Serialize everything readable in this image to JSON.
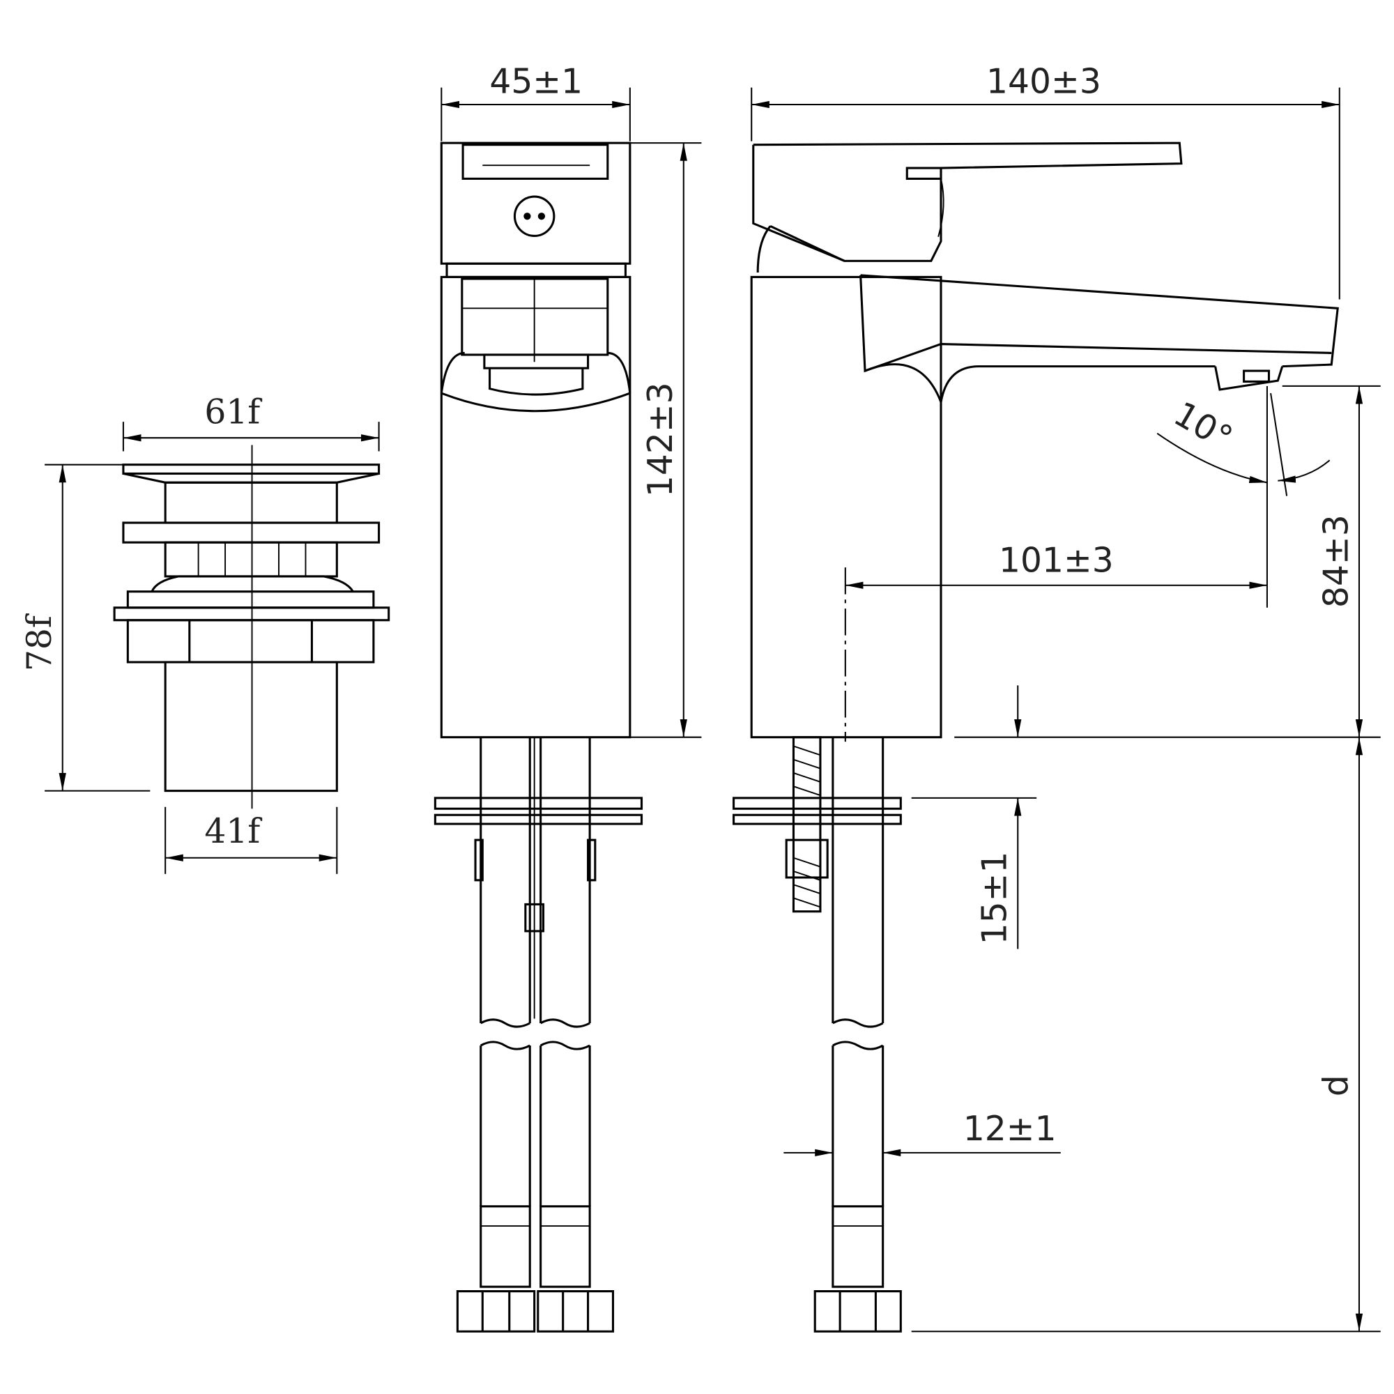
{
  "drawing": {
    "drain": {
      "width_top": "61f",
      "height": "78f",
      "width_bottom": "41f"
    },
    "front_view": {
      "width": "45±1",
      "height": "142±3"
    },
    "side_view": {
      "length": "140±3",
      "spout_reach": "101±3",
      "spout_height": "84±3",
      "spout_angle": "10°",
      "deck_thickness": "15±1",
      "hose_diameter": "12±1",
      "hose_length": "d"
    }
  }
}
